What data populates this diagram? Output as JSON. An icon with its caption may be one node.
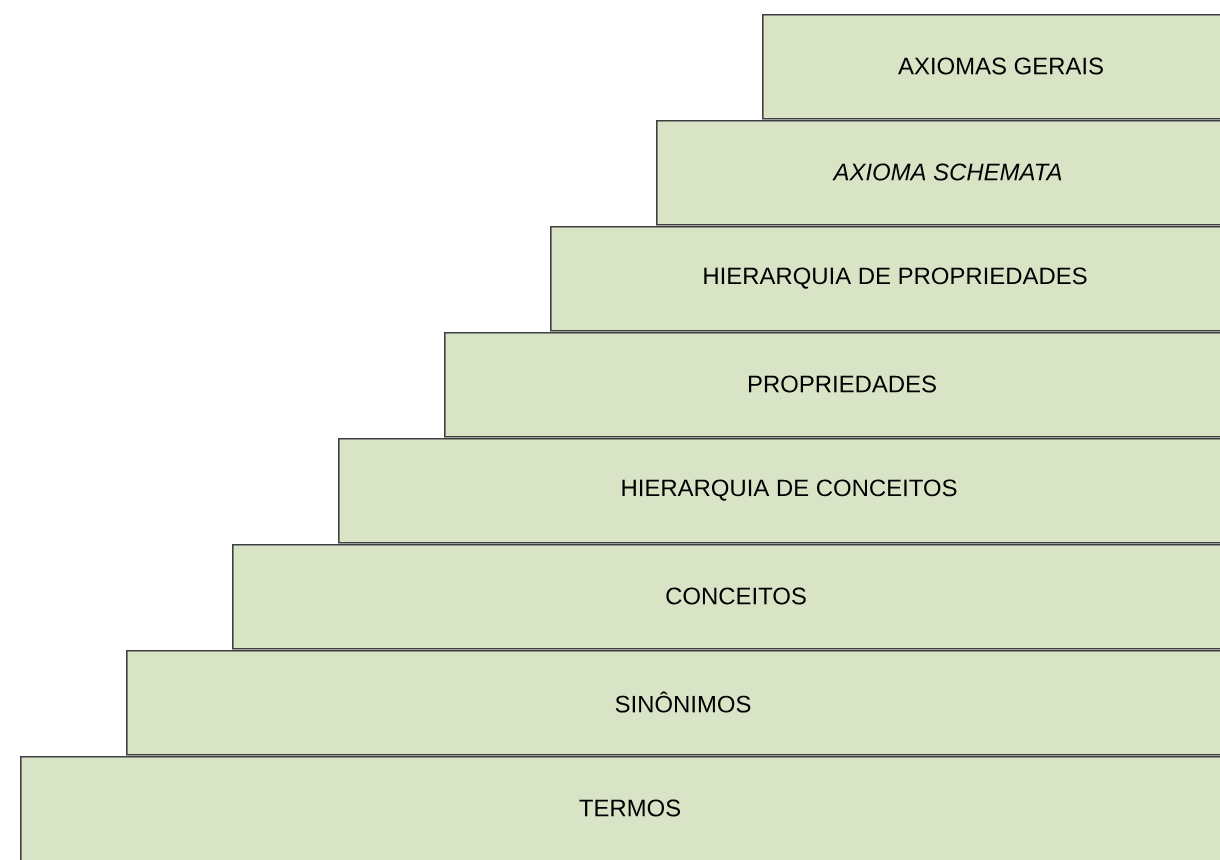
{
  "diagram": {
    "nodes": [
      {
        "text": [
          "AXIOMAS GERAIS"
        ]
      },
      {
        "text": [
          "AXIOMA SCHEMATA"
        ]
      },
      {
        "text": [
          "HIERARQUIA DE PROPRIEDADES"
        ]
      },
      {
        "text": [
          "PROPRIEDADES"
        ]
      },
      {
        "text": [
          "HIERARQUIA DE CONCEITOS"
        ]
      },
      {
        "text": [
          "CONCEITOS"
        ]
      },
      {
        "text": [
          "SINÔNIMOS"
        ]
      },
      {
        "text": [
          "TERMOS"
        ]
      }
    ]
  }
}
